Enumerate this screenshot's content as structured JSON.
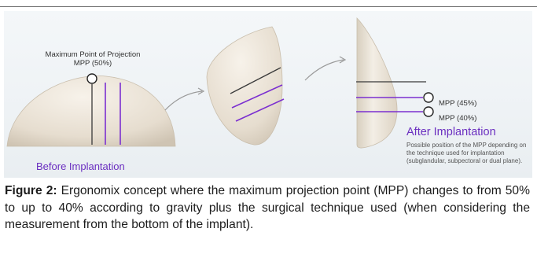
{
  "figure": {
    "mpp_title_line1": "Maximum Point of Projection",
    "mpp_title_line2": "MPP (50%)",
    "before_label": "Before Implantation",
    "mpp_45": "MPP (45%)",
    "mpp_40": "MPP (40%)",
    "after_title": "After Implantation",
    "after_description": "Possible position of the MPP depending on the technique used for implantation (subglandular, subpectoral or dual plane).",
    "colors": {
      "purple": "#7b2fd0",
      "dark_line": "#3a3a3a",
      "implant": "#e9e1d3"
    }
  },
  "caption": {
    "label": "Figure 2:",
    "text": " Ergonomix concept where the maximum projection point (MPP) changes to from 50% to up to 40% according to gravity plus the surgical technique used (when considering the measurement from the bottom of the implant)."
  }
}
